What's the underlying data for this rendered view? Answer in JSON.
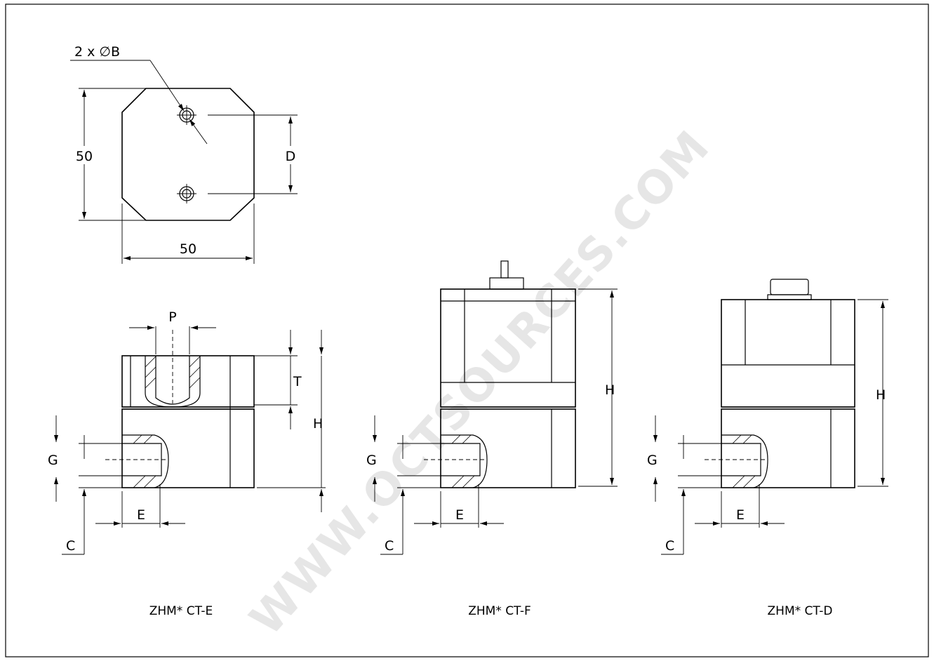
{
  "top_view": {
    "hole_callout": "2 x ∅B",
    "width_label": "50",
    "height_label": "50",
    "pitch_label": "D"
  },
  "views": [
    {
      "caption": "ZHM* CT-E",
      "labels": {
        "P": "P",
        "T": "T",
        "H": "H",
        "G": "G",
        "E": "E",
        "C": "C"
      }
    },
    {
      "caption": "ZHM* CT-F",
      "labels": {
        "H": "H",
        "G": "G",
        "E": "E",
        "C": "C"
      }
    },
    {
      "caption": "ZHM* CT-D",
      "labels": {
        "H": "H",
        "G": "G",
        "E": "E",
        "C": "C"
      }
    }
  ],
  "watermark": "WWW.OCTSOURCES.COM"
}
